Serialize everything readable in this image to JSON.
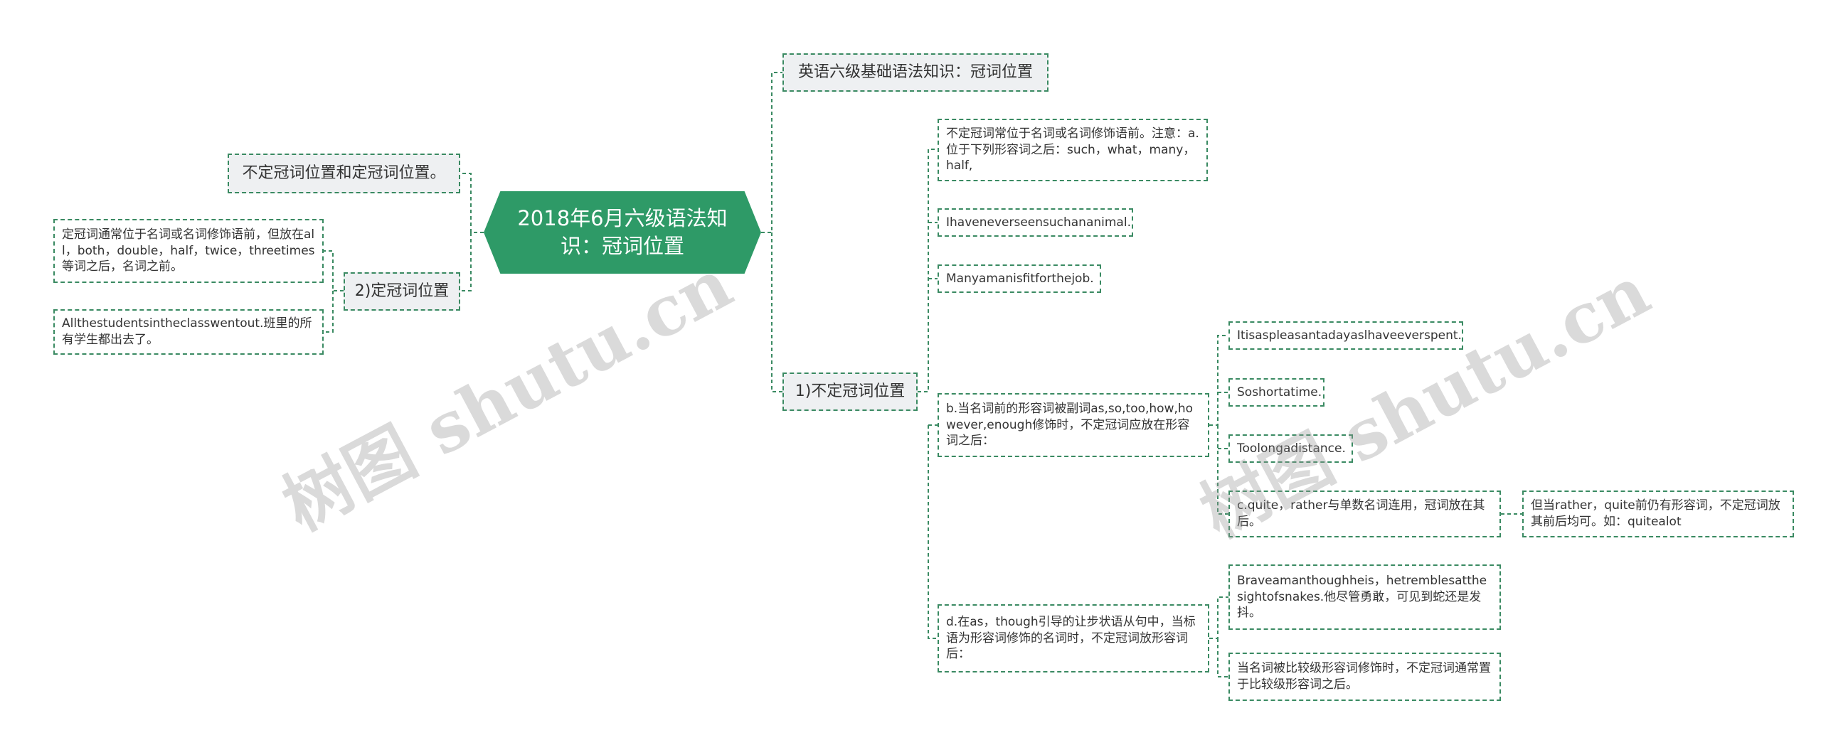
{
  "root": {
    "text": "2018年6月六级语法知识：冠词位置"
  },
  "right": {
    "title_node": "英语六级基础语法知识：冠词位置",
    "indef": {
      "label": "1)不定冠词位置",
      "a_intro": "不定冠词常位于名词或名词修饰语前。注意：a.位于下列形容词之后：such，what，many，half,",
      "ex1": "Ihaveneverseensuchananimal.",
      "ex2": "Manyamanisfitforthejob.",
      "b_intro": "b.当名词前的形容词被副词as,so,too,how,however,enough修饰时，不定冠词应放在形容词之后：",
      "b_ex1": "Itisaspleasantadayaslhaveeverspent.",
      "b_ex2": "Soshortatime.",
      "b_ex3": "Toolongadistance.",
      "c_intro": "c.quite，rather与单数名词连用，冠词放在其后。",
      "c_note": "但当rather，quite前仍有形容词，不定冠词放其前后均可。如：quitealot",
      "d_intro": "d.在as，though引导的让步状语从句中，当标语为形容词修饰的名词时，不定冠词放形容词后：",
      "d_ex1": "Braveamanthoughheis，hetremblesatthesightofsnakes.他尽管勇敢，可见到蛇还是发抖。",
      "d_ex2": "当名词被比较级形容词修饰时，不定冠词通常置于比较级形容词之后。"
    }
  },
  "left": {
    "both": "不定冠词位置和定冠词位置。",
    "def": {
      "label": "2)定冠词位置",
      "note1": "定冠词通常位于名词或名词修饰语前，但放在all，both，double，half，twice，threetimes等词之后，名词之前。",
      "note2": "Allthestudentsintheclasswentout.班里的所有学生都出去了。"
    }
  },
  "watermark": {
    "text": "树图 shutu.cn"
  },
  "colors": {
    "root_fill": "#2e9a67",
    "link": "#3a8a62",
    "primary_fill": "#eef0f2"
  }
}
